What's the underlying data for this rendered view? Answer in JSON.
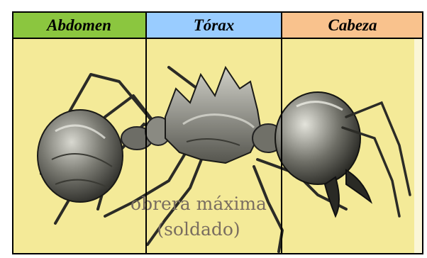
{
  "headers": [
    {
      "label": "Abdomen",
      "color": "#8bc63f"
    },
    {
      "label": "Tórax",
      "color": "#99ccff"
    },
    {
      "label": "Cabeza",
      "color": "#f9c28d"
    }
  ],
  "photo": {
    "subject": "ant-soldier-illustration",
    "background_color": "#f6ec9c",
    "caption_line1": "obrera máxima",
    "caption_line2": "(soldado)"
  }
}
